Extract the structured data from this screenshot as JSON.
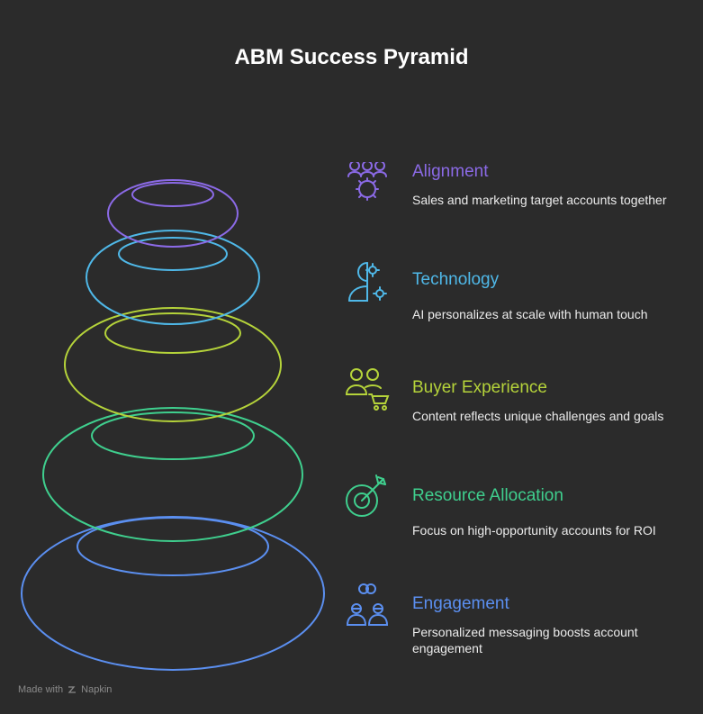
{
  "title": "ABM Success Pyramid",
  "items": [
    {
      "label": "Alignment",
      "description": "Sales and marketing target accounts together",
      "color": "#8b6ae6",
      "icon": "team-alignment-icon"
    },
    {
      "label": "Technology",
      "description": "AI personalizes at scale with human touch",
      "color": "#4fb8e8",
      "icon": "ai-human-gear-icon"
    },
    {
      "label": "Buyer Experience",
      "description": "Content reflects unique challenges and goals",
      "color": "#b5d33a",
      "icon": "buyers-cart-icon"
    },
    {
      "label": "Resource Allocation",
      "description": "Focus on high-opportunity accounts for ROI",
      "color": "#3fcf8e",
      "icon": "target-arrow-icon"
    },
    {
      "label": "Engagement",
      "description": "Personalized messaging boosts account engagement",
      "color": "#5b8ff0",
      "icon": "engaged-people-icon"
    }
  ],
  "footer": {
    "made_with": "Made with",
    "brand": "Napkin"
  }
}
